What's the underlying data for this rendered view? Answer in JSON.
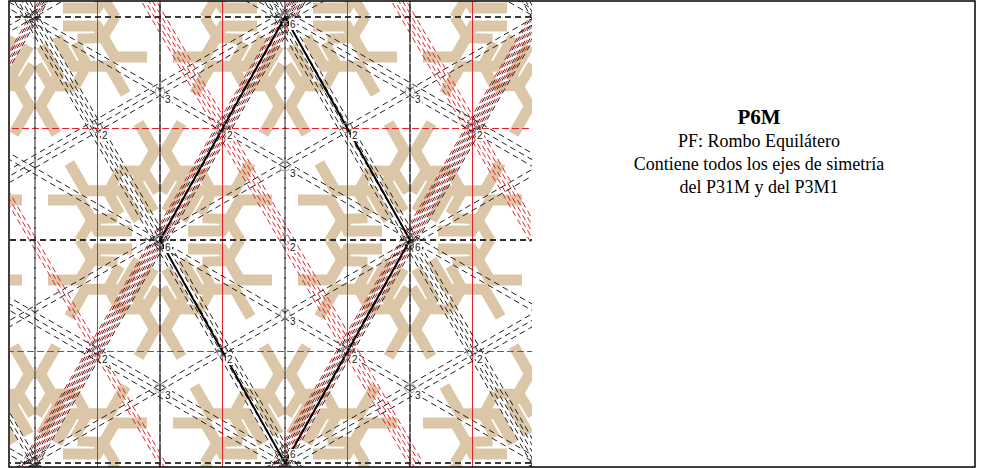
{
  "diagram": {
    "title": "P6M",
    "labels": [
      "PF: Rombo Equilátero",
      "Contiene todos los ejes de simetría del P31M y del P3M1",
      "6",
      "6",
      "6",
      "6",
      "2",
      "2",
      "2",
      "2",
      "2",
      "2",
      "2",
      "2",
      "2",
      "3",
      "3",
      "3",
      "3",
      "3",
      "3"
    ]
  }
}
